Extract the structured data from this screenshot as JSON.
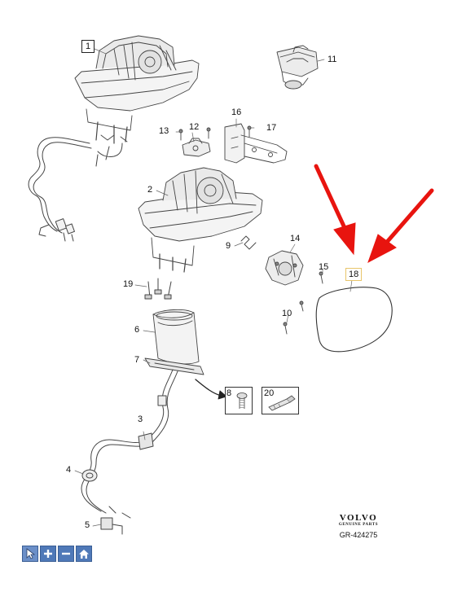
{
  "diagram": {
    "callouts": {
      "c1": "1",
      "c2": "2",
      "c3": "3",
      "c4": "4",
      "c5": "5",
      "c6": "6",
      "c7": "7",
      "c8": "8",
      "c9": "9",
      "c10": "10",
      "c11": "11",
      "c12": "12",
      "c13": "13",
      "c14": "14",
      "c15": "15",
      "c16": "16",
      "c17": "17",
      "c18": "18",
      "c19": "19",
      "c20": "20"
    },
    "brand": {
      "name": "VOLVO",
      "sub": "GENUINE PARTS"
    },
    "part_number": "GR-424275"
  },
  "toolbar": {
    "select": "cursor-icon",
    "zoom_in": "plus-icon",
    "zoom_out": "minus-icon",
    "home": "home-icon"
  },
  "colors": {
    "arrow": "#e8140f",
    "toolbar": "#4f79b8",
    "highlight": "#e8c56a",
    "line": "#333333"
  }
}
